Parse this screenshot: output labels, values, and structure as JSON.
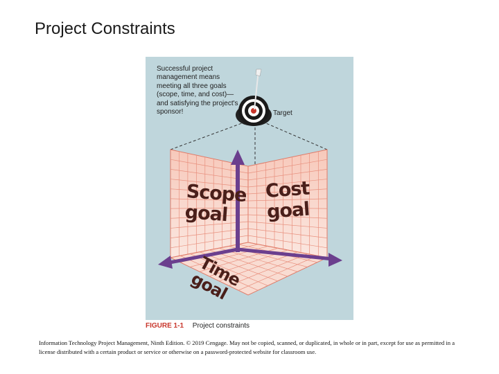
{
  "slide": {
    "title": "Project Constraints"
  },
  "figure": {
    "callout": "Successful project management means meeting all three goals (scope, time, and cost)—and satisfying the project's sponsor!",
    "target_label": "Target",
    "scope_goal": [
      "Scope",
      "goal"
    ],
    "cost_goal": [
      "Cost",
      "goal"
    ],
    "time_goal": [
      "Time",
      "goal"
    ],
    "caption_number": "FIGURE 1-1",
    "caption_title": "Project constraints",
    "colors": {
      "background": "#bfd6dc",
      "grid_fill": "#f8d9cf",
      "grid_lines": "#e07a67",
      "arrow": "#6b3f8e",
      "caption_red": "#c8362b"
    }
  },
  "footer": {
    "copyright": "Information Technology Project Management, Ninth Edition. © 2019 Cengage. May not be copied, scanned, or duplicated, in whole or in part, except for use as permitted in a license distributed with a certain product or service or otherwise on a password-protected website for classroom use."
  }
}
